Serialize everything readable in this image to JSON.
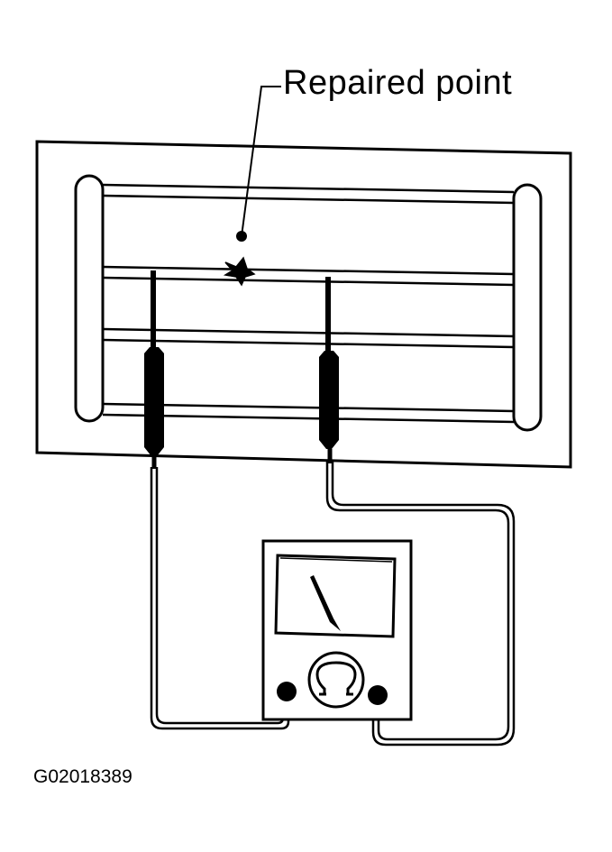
{
  "labels": {
    "repaired_point": "Repaired point",
    "figure_id": "G02018389"
  },
  "colors": {
    "ink": "#000000",
    "paper": "#ffffff"
  },
  "icons": {
    "meter_symbol": "ohm-symbol"
  }
}
